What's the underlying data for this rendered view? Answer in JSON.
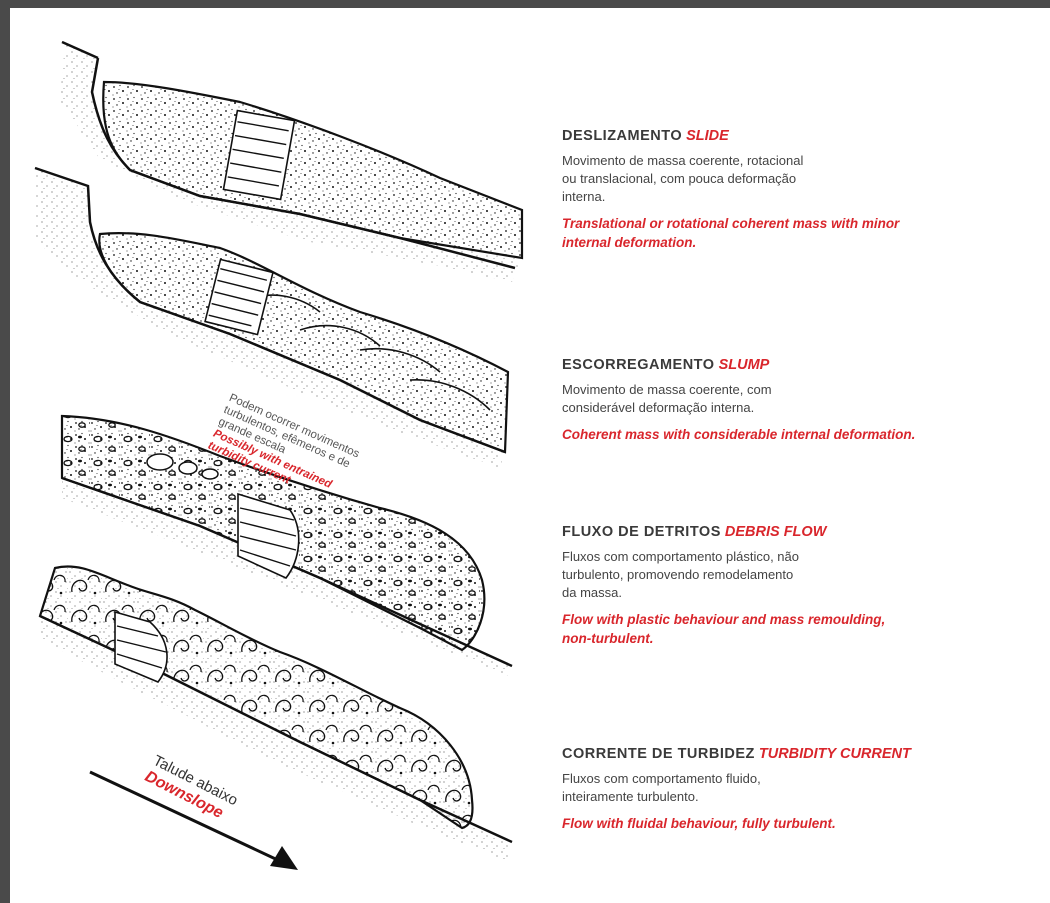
{
  "sections": [
    {
      "title_pt": "DESLIZAMENTO",
      "title_en": "SLIDE",
      "desc_pt_lines": [
        "Movimento de massa coerente, rotacional",
        "ou translacional,  com pouca  deformação",
        "interna."
      ],
      "desc_en_lines": [
        "Translational or rotational coherent mass with minor",
        "internal deformation."
      ]
    },
    {
      "title_pt": "ESCORREGAMENTO",
      "title_en": "SLUMP",
      "desc_pt_lines": [
        "Movimento de massa coerente, com",
        "considerável  deformação  interna."
      ],
      "desc_en_lines": [
        "Coherent mass with considerable internal deformation."
      ]
    },
    {
      "title_pt": "FLUXO DE DETRITOS",
      "title_en": "DEBRIS FLOW",
      "desc_pt_lines": [
        "Fluxos com comportamento plástico, não",
        "turbulento, promovendo remodelamento",
        "da massa."
      ],
      "desc_en_lines": [
        "Flow with plastic behaviour and mass remoulding,",
        "non-turbulent."
      ]
    },
    {
      "title_pt": "CORRENTE DE TURBIDEZ",
      "title_en": "TURBIDITY CURRENT",
      "desc_pt_lines": [
        "Fluxos com comportamento fluido,",
        "inteiramente turbulento."
      ],
      "desc_en_lines": [
        "Flow with fluidal behaviour, fully turbulent."
      ]
    }
  ],
  "annotation": {
    "pt_lines": [
      "Podem ocorrer movimentos",
      "turbulentos, efêmeros e de",
      "grande escala"
    ],
    "en_lines": [
      "Possibly with entrained",
      "turbidity current"
    ]
  },
  "downslope": {
    "label_pt": "Talude abaixo",
    "label_en": "Downslope"
  },
  "colors": {
    "accent_red": "#d9262c",
    "text_dark": "#3a3a3a",
    "frame": "#4a4a4a"
  }
}
